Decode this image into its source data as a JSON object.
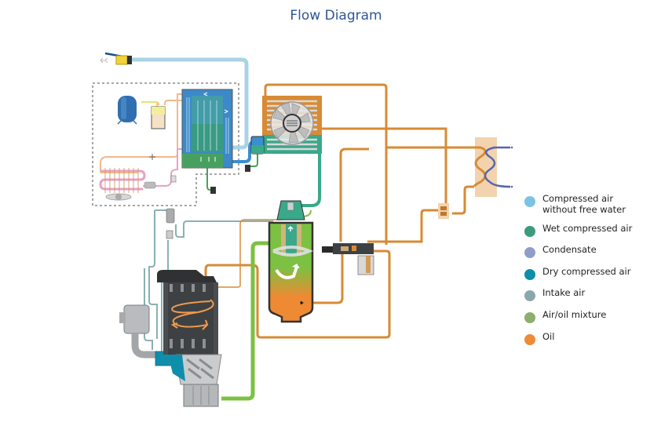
{
  "title": "Flow Diagram",
  "legend": {
    "items": [
      {
        "label": "Compressed air\nwithout free water",
        "color": "#7cc3e3"
      },
      {
        "label": "Wet compressed air",
        "color": "#3c9b7d"
      },
      {
        "label": "Condensate",
        "color": "#8e9ec9"
      },
      {
        "label": "Dry compressed air",
        "color": "#0f8eab"
      },
      {
        "label": "Intake air",
        "color": "#8aa8ab"
      },
      {
        "label": "Air/oil mixture",
        "color": "#8cae6f"
      },
      {
        "label": "Oil",
        "color": "#ef8a36"
      }
    ]
  },
  "colors": {
    "compressed_air_dry_pipe": "#a9d3e6",
    "wet_air_pipe": "#3aa889",
    "intake_pipe": "#8ab0b3",
    "oil_pipe": "#d78b35",
    "air_oil_pipe": "#7cc142",
    "refrigerant_warm": "#f2b98a",
    "refrigerant_cold": "#e7a2c7",
    "coil_blue": "#5566b0",
    "machine_dark": "#3e4143",
    "machine_grey": "#b9bcbe",
    "dryer_blue": "#3b8ed0",
    "dryer_green": "#48a060",
    "separator_green": "#7cc142",
    "separator_orange": "#ee8a33"
  },
  "components": {
    "outlet_valve": "ball-valve",
    "dryer": "refrigerant-dryer",
    "receiver": "refrigerant-receiver",
    "condenser": "refrigerant-condenser",
    "fan_cooler": "fan-cooler",
    "separator": "oil-separator",
    "thermostatic_valve": "thermostatic-valve",
    "oil_filter": "oil-filter",
    "heat_exchanger": "energy-recovery",
    "motor": "drive-motor",
    "air_filter": "air-filter",
    "compressor": "screw-element"
  }
}
